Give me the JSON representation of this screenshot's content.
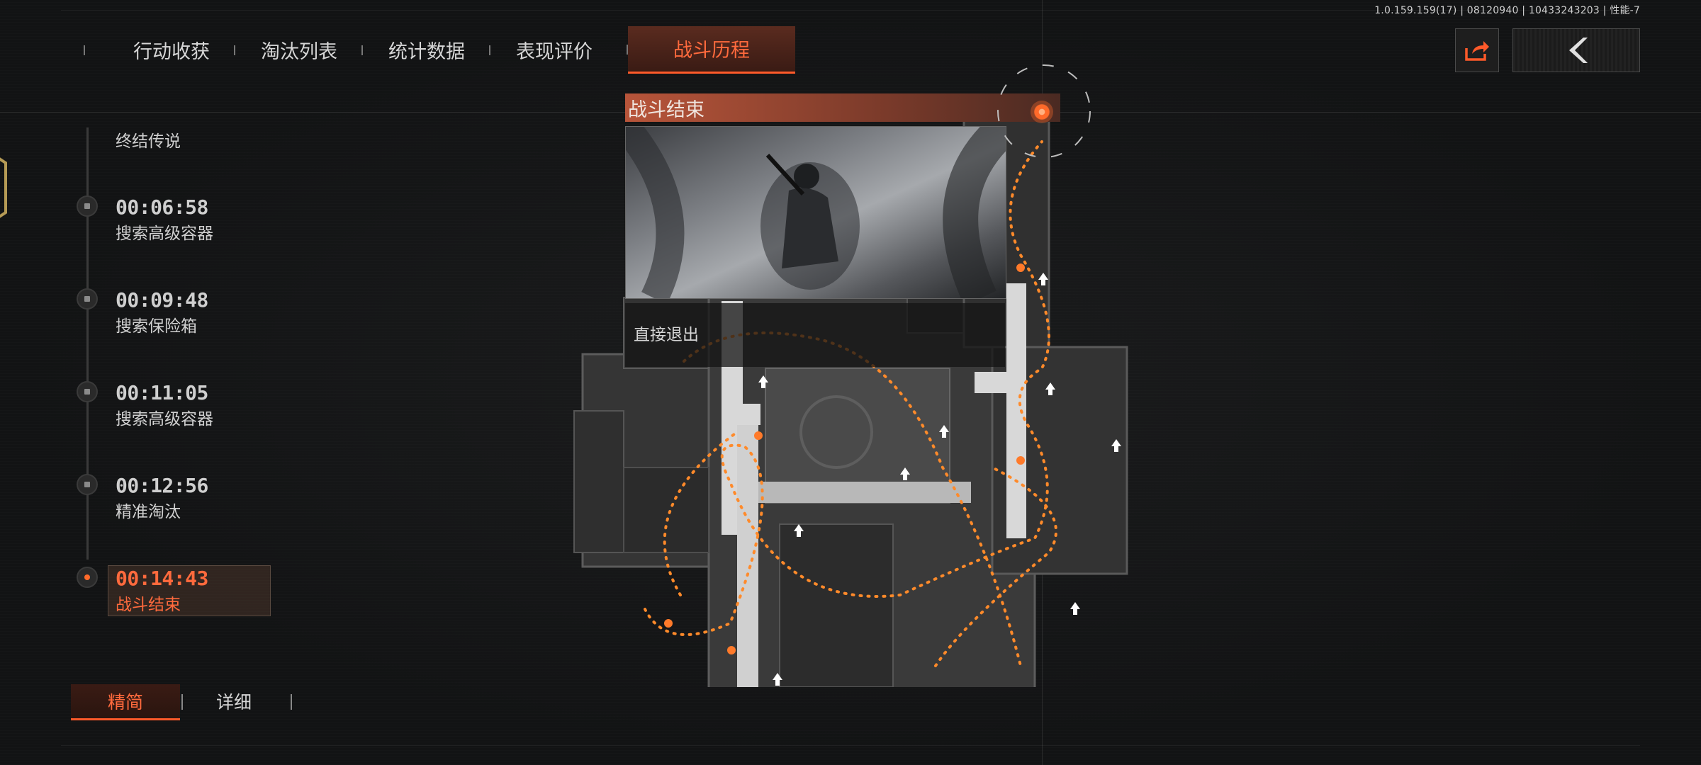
{
  "version": "1.0.159.159(17) | 08120940 | 10433243203 | 性能-7",
  "tabs": [
    "行动收获",
    "淘汰列表",
    "统计数据",
    "表现评价",
    "战斗历程"
  ],
  "active_tab": "战斗历程",
  "timeline": {
    "top_label": "终结传说",
    "events": [
      {
        "time": "00:06:58",
        "label": "搜索高级容器"
      },
      {
        "time": "00:09:48",
        "label": "搜索保险箱"
      },
      {
        "time": "00:11:05",
        "label": "搜索高级容器"
      },
      {
        "time": "00:12:56",
        "label": "精准淘汰"
      },
      {
        "time": "00:14:43",
        "label": "战斗结束"
      }
    ]
  },
  "popup": {
    "title": "战斗结束",
    "sub": "直接退出"
  },
  "modes": {
    "simple": "精简",
    "detail": "详细",
    "active": "精简"
  },
  "colors": {
    "accent": "#ff5a2a",
    "bg": "#121314",
    "text": "#d6d6d6"
  },
  "icons": {
    "share": "share-icon",
    "back": "back-chevron-icon"
  }
}
